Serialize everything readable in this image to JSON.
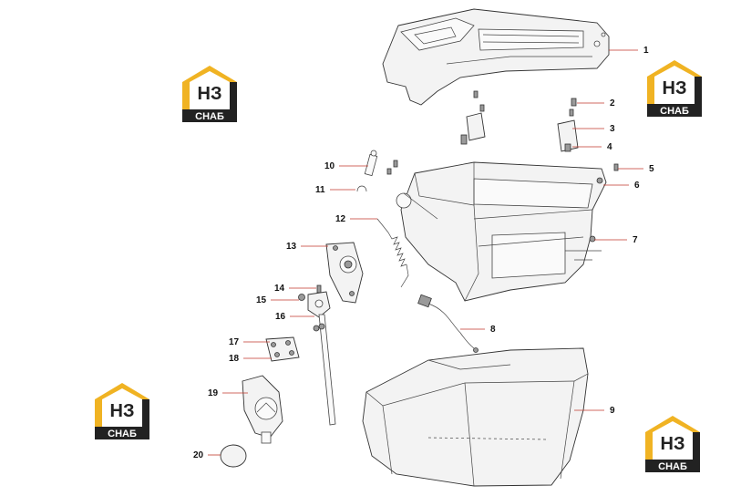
{
  "diagram": {
    "callouts": [
      "1",
      "2",
      "3",
      "4",
      "5",
      "6",
      "7",
      "8",
      "9",
      "10",
      "11",
      "12",
      "13",
      "14",
      "15",
      "16",
      "17",
      "18",
      "19",
      "20"
    ]
  },
  "watermark": {
    "logo_top": "НЗ",
    "logo_bottom": "СНАБ",
    "accent_color": "#f0b323",
    "dark_color": "#222222"
  }
}
